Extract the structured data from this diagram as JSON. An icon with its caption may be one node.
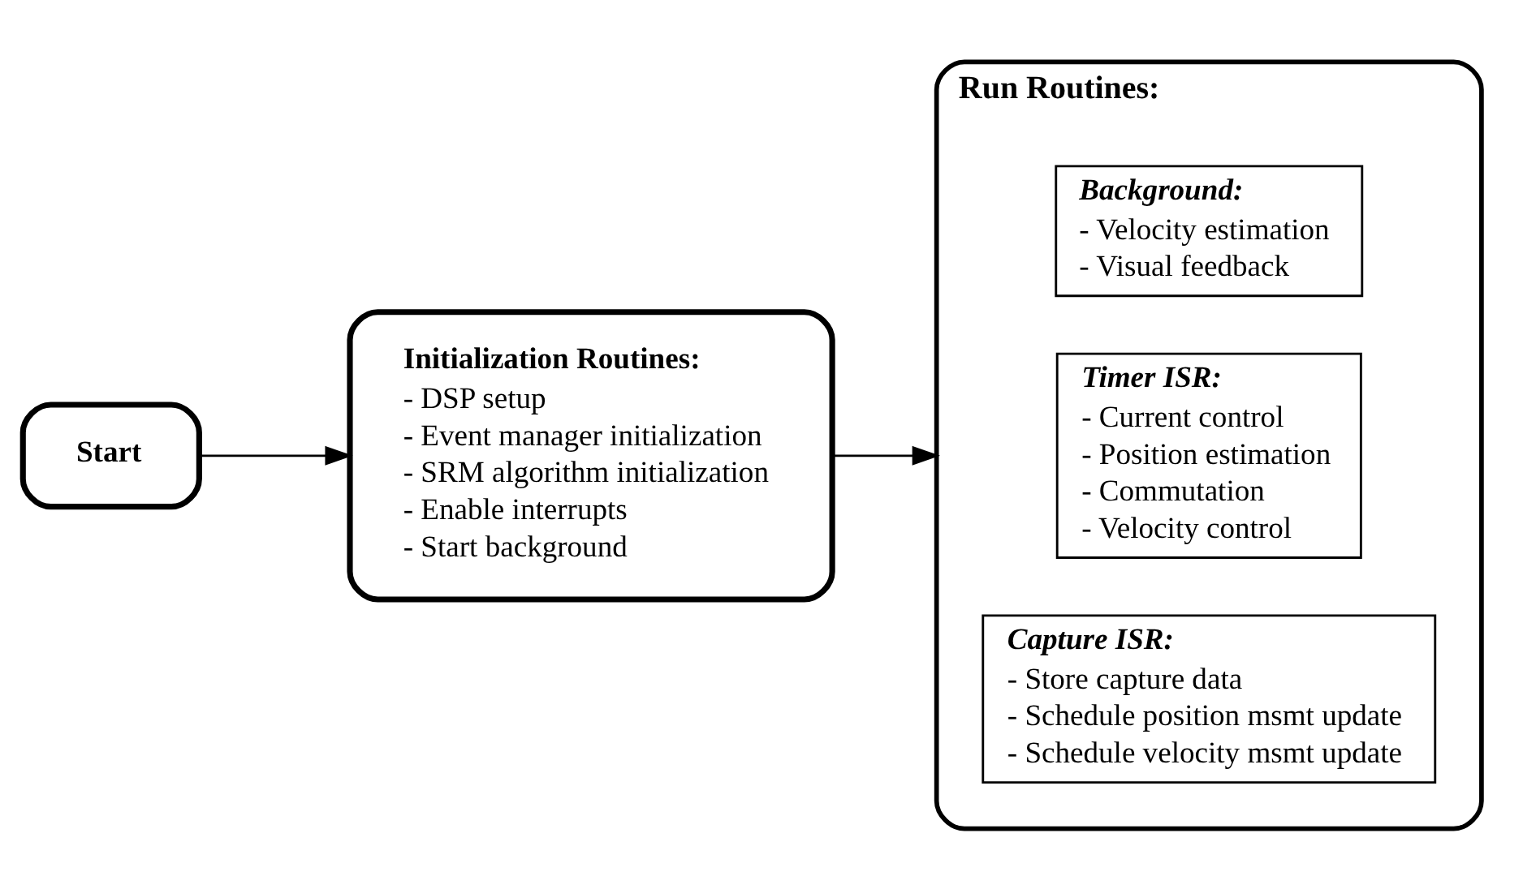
{
  "diagram": {
    "nodes": [
      {
        "text": [
          "Start"
        ]
      },
      {
        "text": [
          "Initialization Routines:",
          "- DSP setup",
          "- Event manager initialization",
          "- SRM algorithm initialization",
          "- Enable interrupts",
          "- Start background"
        ]
      },
      {
        "text": [
          "Run Routines:"
        ]
      },
      {
        "text": [
          "Background:",
          "- Velocity estimation",
          "- Visual feedback"
        ],
        "in": 2
      },
      {
        "text": [
          "Timer ISR:",
          "- Current control",
          "- Position estimation",
          "- Commutation",
          "- Velocity control"
        ],
        "in": 2
      },
      {
        "text": [
          "Capture ISR:",
          "- Store capture data",
          "- Schedule position msmt update",
          "- Schedule velocity msmt update"
        ],
        "in": 2
      }
    ],
    "edges": [
      {
        "from": 0,
        "to": 1,
        "arrow": "to"
      },
      {
        "from": 1,
        "to": 2,
        "arrow": "to"
      }
    ]
  }
}
